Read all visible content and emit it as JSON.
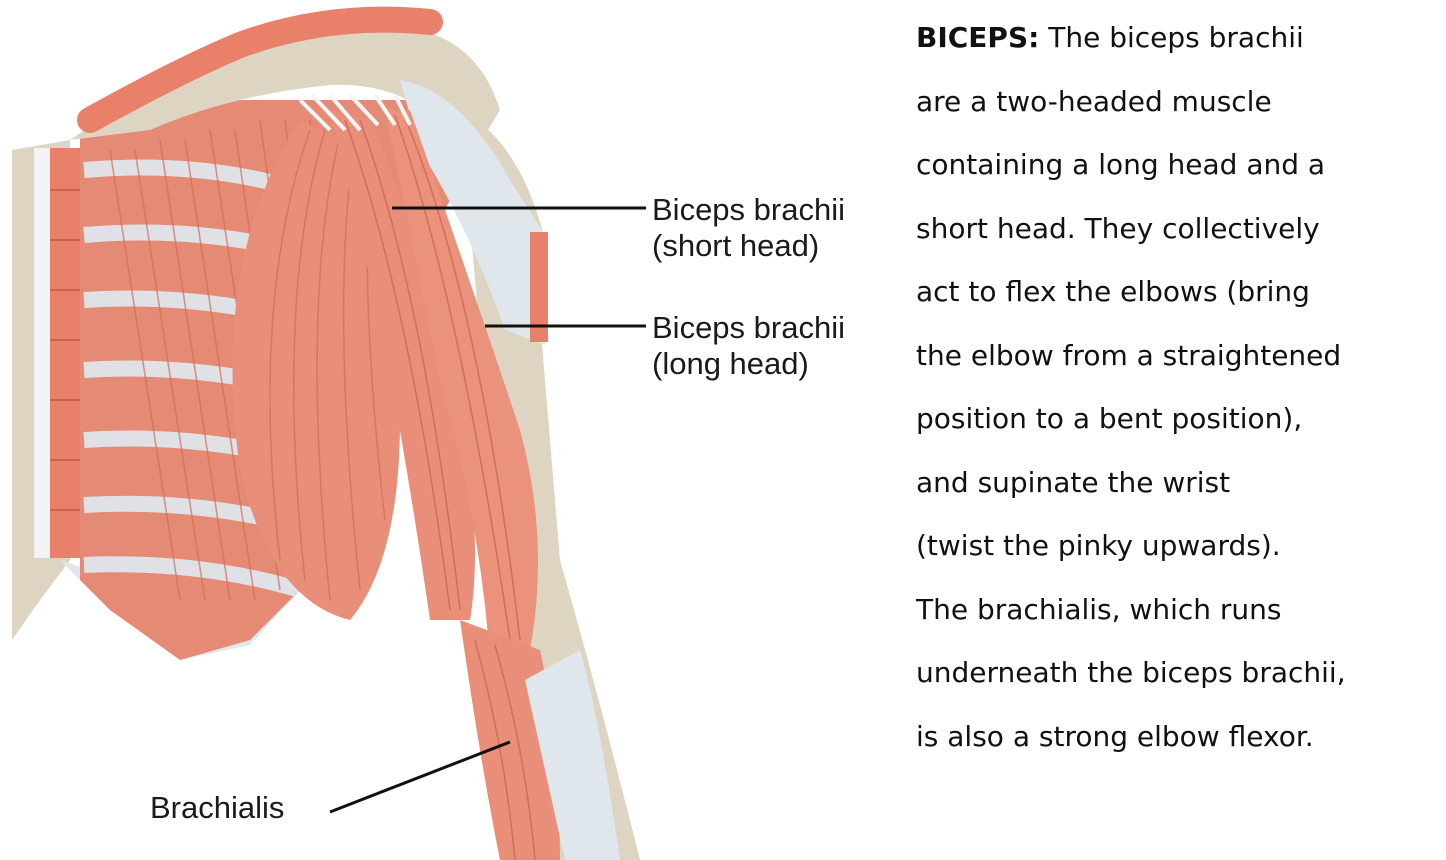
{
  "colors": {
    "muscle": "#e98e78",
    "muscle_dark": "#d9735d",
    "bone": "#ddd5c2",
    "tendon": "#dfe6ec",
    "fat": "#e8806a",
    "leader_line": "#111111"
  },
  "labels": {
    "short_head": [
      "Biceps brachii",
      "(short head)"
    ],
    "long_head": [
      "Biceps brachii",
      "(long head)"
    ],
    "brachialis": "Brachialis"
  },
  "description": {
    "lead": "BICEPS:",
    "lines": [
      " The biceps brachii",
      "are a two-headed muscle",
      "containing a long head and a",
      "short head. They collectively",
      "act to flex the elbows (bring",
      "the elbow from a straightened",
      "position to a bent position),",
      "and supinate the wrist",
      "(twist the pinky upwards).",
      "The brachialis, which runs",
      "underneath the biceps brachii,",
      "is also a strong elbow flexor."
    ]
  }
}
